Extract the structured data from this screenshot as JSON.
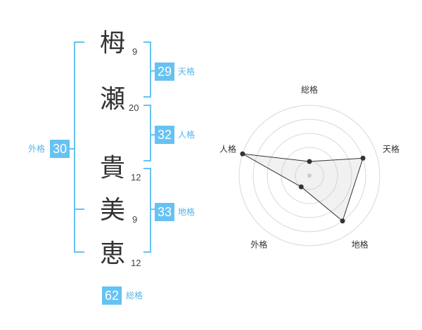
{
  "name": [
    {
      "char": "栂",
      "strokes": "9"
    },
    {
      "char": "瀬",
      "strokes": "20"
    },
    {
      "char": "貴",
      "strokes": "12"
    },
    {
      "char": "美",
      "strokes": "9"
    },
    {
      "char": "恵",
      "strokes": "12"
    }
  ],
  "kaku": {
    "tenkaku": {
      "value": "29",
      "label": "天格"
    },
    "jinkaku": {
      "value": "32",
      "label": "人格"
    },
    "chikaku": {
      "value": "33",
      "label": "地格"
    },
    "gaikaku": {
      "value": "30",
      "label": "外格"
    },
    "soukaku": {
      "value": "62",
      "label": "総格"
    }
  },
  "colors": {
    "accent": "#66c2f2",
    "bracket": "#66c2f2",
    "ring_fill": "#f4f4f4",
    "ring_line": "#d8d8d8"
  },
  "chart_data": {
    "type": "radar",
    "axes": [
      "総格",
      "天格",
      "地格",
      "外格",
      "人格"
    ],
    "values": [
      1,
      4,
      4,
      1,
      5
    ],
    "max": 5,
    "rings": 5,
    "grid": true
  }
}
